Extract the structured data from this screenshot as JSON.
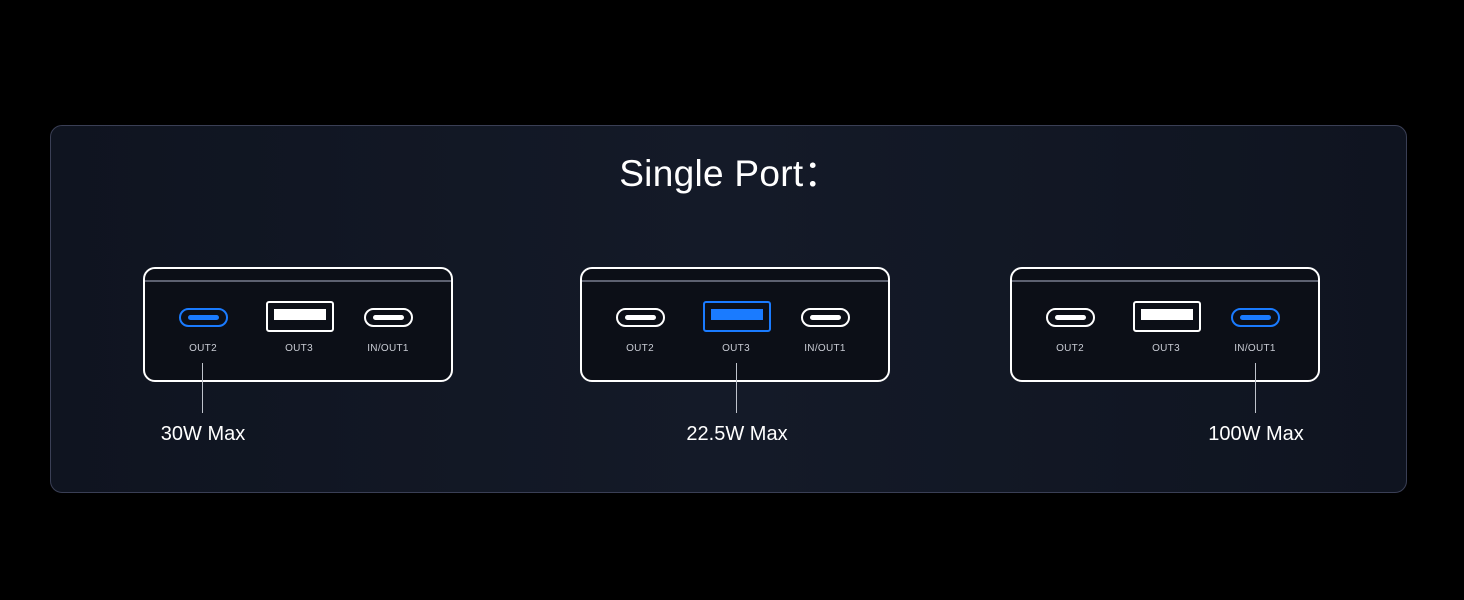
{
  "title": "Single Port：",
  "devices": [
    {
      "ports": [
        {
          "label": "OUT2",
          "type": "usb-c",
          "active": true
        },
        {
          "label": "OUT3",
          "type": "usb-a",
          "active": false
        },
        {
          "label": "IN/OUT1",
          "type": "usb-c",
          "active": false
        }
      ],
      "max_output": "30W Max"
    },
    {
      "ports": [
        {
          "label": "OUT2",
          "type": "usb-c",
          "active": false
        },
        {
          "label": "OUT3",
          "type": "usb-a",
          "active": true
        },
        {
          "label": "IN/OUT1",
          "type": "usb-c",
          "active": false
        }
      ],
      "max_output": "22.5W Max"
    },
    {
      "ports": [
        {
          "label": "OUT2",
          "type": "usb-c",
          "active": false
        },
        {
          "label": "OUT3",
          "type": "usb-a",
          "active": false
        },
        {
          "label": "IN/OUT1",
          "type": "usb-c",
          "active": true
        }
      ],
      "max_output": "100W Max"
    }
  ],
  "colors": {
    "active_port": "#1a7bff",
    "port_outline": "#ffffff",
    "background": "#000000"
  }
}
